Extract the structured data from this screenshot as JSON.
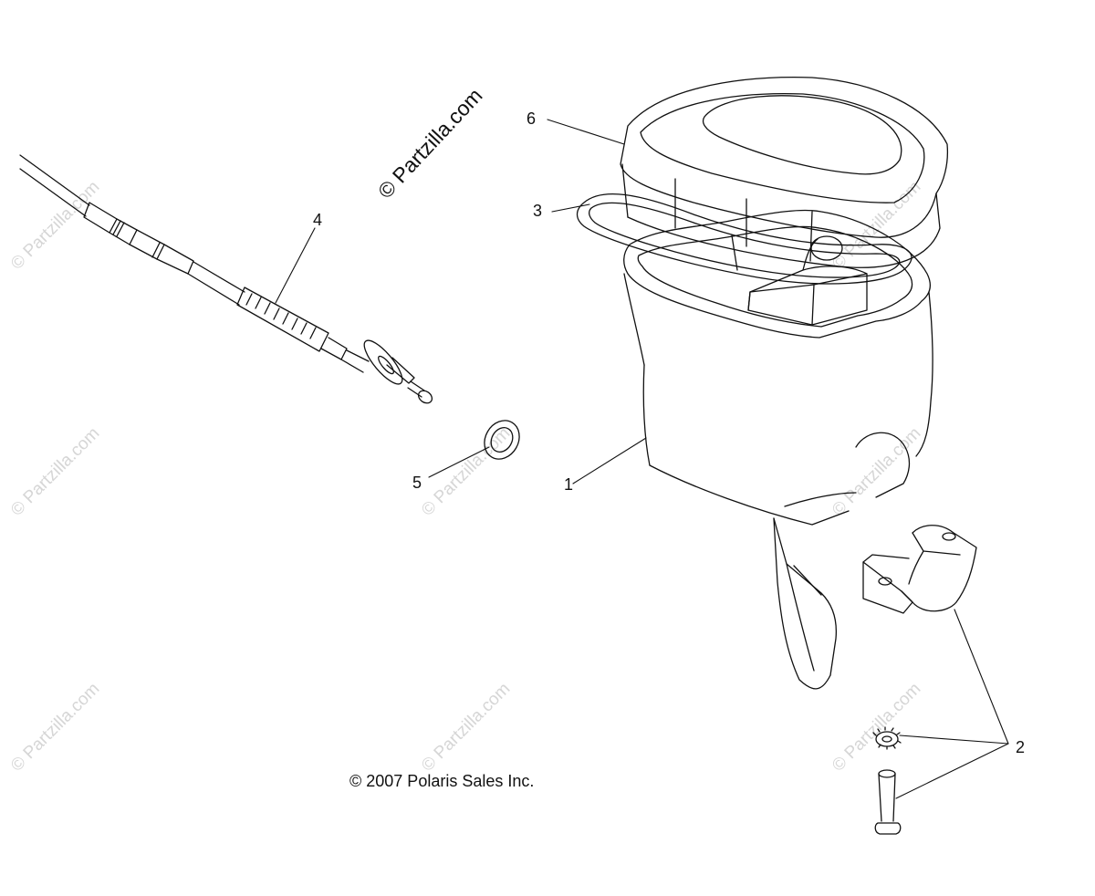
{
  "callouts": {
    "c1": "1",
    "c2": "2",
    "c3": "3",
    "c4": "4",
    "c5": "5",
    "c6": "6"
  },
  "copyright": "© 2007 Polaris Sales Inc.",
  "brand_watermark": "© Partzilla.com",
  "faint_watermark": "© Partzilla.com",
  "colors": {
    "line": "#111111",
    "watermark": "#d6d6d6",
    "background": "#ffffff"
  }
}
